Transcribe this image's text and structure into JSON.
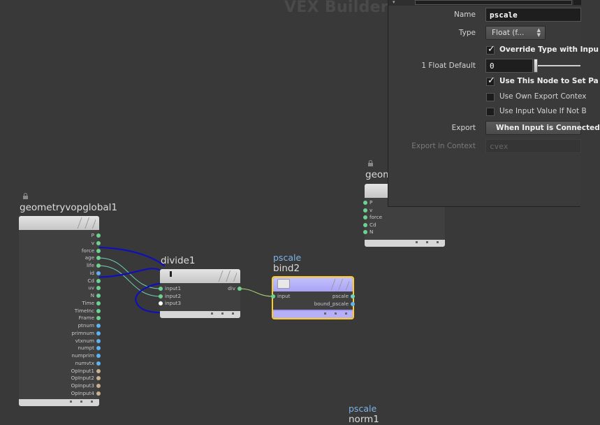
{
  "context_title": "VEX Builder",
  "nodes": {
    "global": {
      "name": "geometryvopglobal1",
      "outputs": [
        {
          "label": "P",
          "color": "green"
        },
        {
          "label": "v",
          "color": "green"
        },
        {
          "label": "force",
          "color": "green"
        },
        {
          "label": "age",
          "color": "green"
        },
        {
          "label": "life",
          "color": "green"
        },
        {
          "label": "id",
          "color": "blue"
        },
        {
          "label": "Cd",
          "color": "green"
        },
        {
          "label": "uv",
          "color": "green"
        },
        {
          "label": "N",
          "color": "green"
        },
        {
          "label": "Time",
          "color": "green"
        },
        {
          "label": "TimeInc",
          "color": "green"
        },
        {
          "label": "Frame",
          "color": "green"
        },
        {
          "label": "ptnum",
          "color": "blue"
        },
        {
          "label": "primnum",
          "color": "blue"
        },
        {
          "label": "vtxnum",
          "color": "blue"
        },
        {
          "label": "numpt",
          "color": "blue"
        },
        {
          "label": "numprim",
          "color": "blue"
        },
        {
          "label": "numvtx",
          "color": "blue"
        },
        {
          "label": "OpInput1",
          "color": "tan"
        },
        {
          "label": "OpInput2",
          "color": "tan"
        },
        {
          "label": "OpInput3",
          "color": "tan"
        },
        {
          "label": "OpInput4",
          "color": "tan"
        }
      ]
    },
    "divide": {
      "name": "divide1",
      "inputs": [
        {
          "label": "input1",
          "color": "green"
        },
        {
          "label": "input2",
          "color": "green"
        },
        {
          "label": "input3",
          "color": "white"
        }
      ],
      "outputs": [
        {
          "label": "div",
          "color": "green"
        }
      ]
    },
    "bind": {
      "sublabel": "pscale",
      "name": "bind2",
      "inputs": [
        {
          "label": "input",
          "color": "green"
        }
      ],
      "outputs": [
        {
          "label": "pscale",
          "color": "teal"
        },
        {
          "label": "bound_pscale",
          "color": "blue"
        }
      ]
    },
    "geom": {
      "name": "geom",
      "outputs": [
        {
          "label": "P",
          "color": "green"
        },
        {
          "label": "v",
          "color": "green"
        },
        {
          "label": "force",
          "color": "green"
        },
        {
          "label": "Cd",
          "color": "green"
        },
        {
          "label": "N",
          "color": "green"
        }
      ]
    },
    "bottom": {
      "sublabel": "pscale",
      "name": "norm1"
    }
  },
  "panel": {
    "name_label": "Name",
    "name_value": "pscale",
    "type_label": "Type",
    "type_value": "Float (f...",
    "override_label": "Override Type with Inpu",
    "default_label": "1 Float Default",
    "default_value": "0",
    "use_node_label": "Use This Node to Set Pa",
    "own_export_label": "Use Own Export Contex",
    "input_value_label": "Use Input Value If Not B",
    "export_label": "Export",
    "export_value": "When Input is Connected",
    "export_context_label": "Export in Context",
    "export_context_value": "cvex"
  },
  "colors": {
    "accent_selected": "#ffcc22",
    "bind_body": "#9d96f5",
    "annotation": "#1010b8"
  }
}
